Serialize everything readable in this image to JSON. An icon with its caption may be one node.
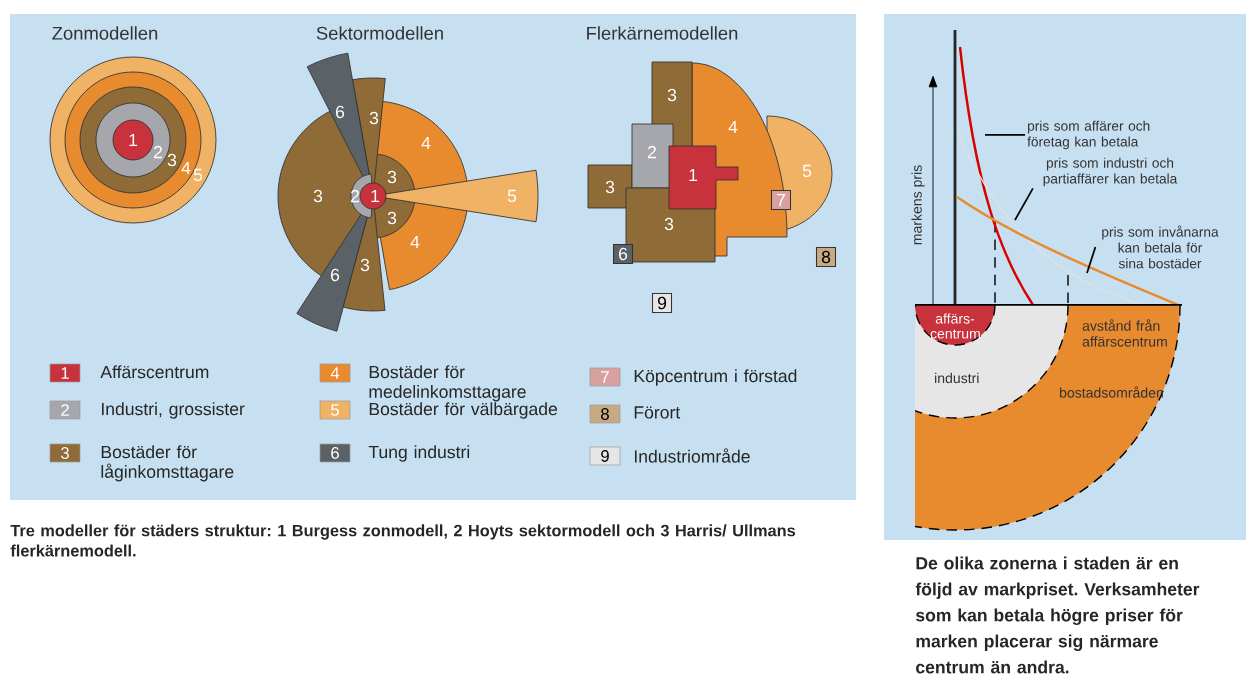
{
  "diagram": {
    "caption": "Tre modeller för städers struktur: 1 Burgess zonmodell, 2 Hoyts sektormodell och 3 Harris/ Ullmans flerkärnemodell.",
    "nodes": [
      {
        "text": [
          "pris som affärer och företag kan betala"
        ]
      },
      {
        "text": [
          "pris som industri och partiaffärer kan betala"
        ]
      },
      {
        "text": [
          "pris som invånarna kan betala för sina bostäder"
        ]
      }
    ],
    "edges": [
      {
        "from": 0,
        "to": null,
        "arrow": "none"
      },
      {
        "from": 1,
        "to": null,
        "arrow": "none"
      },
      {
        "from": 2,
        "to": null,
        "arrow": "none"
      }
    ],
    "labels": [
      "Zonmodellen",
      "Sektormodellen",
      "Flerkärnemodellen",
      "1",
      "2",
      "3",
      "4",
      "5",
      "6",
      "3",
      "4",
      "3",
      "3",
      "2",
      "1",
      "5",
      "3",
      "4",
      "3",
      "6",
      "3",
      "4",
      "2",
      "1",
      "5",
      "3",
      "7",
      "3",
      "6",
      "8",
      "9",
      "1",
      "2",
      "3",
      "4",
      "5",
      "6",
      "7",
      "8",
      "9",
      "markens pris",
      "affärs- centrum",
      "avstånd från affärscentrum",
      "industri",
      "bostadsområden",
      "De olika zonerna i staden är en följd av markpriset. Verksamheter som kan betala högre priser för marken placerar sig närmare centrum än andra."
    ],
    "legend": [
      {
        "text": "Affärscentrum",
        "color": "#c8323c"
      },
      {
        "text": "Industri, grossister",
        "color": "#a6a7ad"
      },
      {
        "text": "Bostäder för låginkomsttagare",
        "color": "#8e6b37"
      },
      {
        "text": "Bostäder för medelinkomsttagare",
        "color": "#e88a2e"
      },
      {
        "text": "Bostäder för välbärgade",
        "color": "#f0b366"
      },
      {
        "text": "Tung industri",
        "color": "#5b6267"
      },
      {
        "text": "Köpcentrum i förstad",
        "color": "#d9a0a0"
      },
      {
        "text": "Förort",
        "color": "#c8aa82"
      },
      {
        "text": "Industriområde",
        "color": "#e6e6e6"
      }
    ]
  }
}
